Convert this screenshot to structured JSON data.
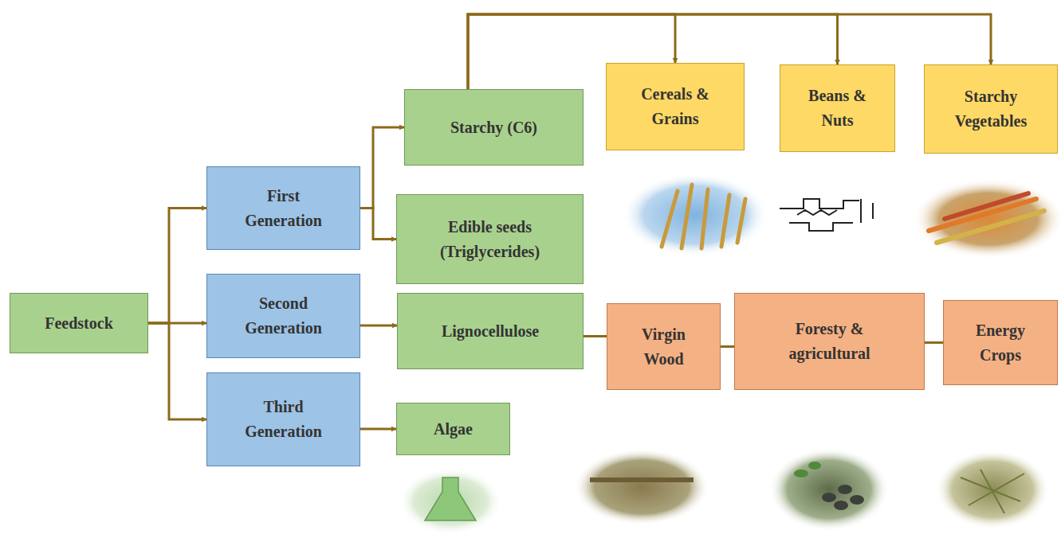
{
  "diagram": {
    "nodes": [
      {
        "text": [
          "Feedstock"
        ]
      },
      {
        "text": [
          "First Generation"
        ]
      },
      {
        "text": [
          "Second Generation"
        ]
      },
      {
        "text": [
          "Third Generation"
        ]
      },
      {
        "text": [
          "Starchy (C6)"
        ]
      },
      {
        "text": [
          "Edible seeds (Triglycerides)"
        ]
      },
      {
        "text": [
          "Lignocellulose"
        ]
      },
      {
        "text": [
          "Algae"
        ]
      },
      {
        "text": [
          "Cereals & Grains"
        ]
      },
      {
        "text": [
          "Beans & Nuts"
        ]
      },
      {
        "text": [
          "Starchy Vegetables"
        ]
      },
      {
        "text": [
          "Virgin Wood"
        ]
      },
      {
        "text": [
          "Foresty & agricultural"
        ]
      },
      {
        "text": [
          "Energy Crops"
        ]
      }
    ],
    "edges": [
      {
        "from": 0,
        "to": 1,
        "arrow": "to"
      },
      {
        "from": 0,
        "to": 2,
        "arrow": "to"
      },
      {
        "from": 0,
        "to": 3,
        "arrow": "to"
      },
      {
        "from": 1,
        "to": 4,
        "arrow": "to"
      },
      {
        "from": 1,
        "to": 5,
        "arrow": "to"
      },
      {
        "from": 2,
        "to": 6,
        "arrow": "to"
      },
      {
        "from": 3,
        "to": 7,
        "arrow": "to"
      },
      {
        "from": 4,
        "to": 8,
        "arrow": "to"
      },
      {
        "from": 4,
        "to": 9,
        "arrow": "to"
      },
      {
        "from": 4,
        "to": 10,
        "arrow": "to"
      },
      {
        "from": 6,
        "to": 11,
        "arrow": "none"
      },
      {
        "from": 11,
        "to": 12,
        "arrow": "none"
      },
      {
        "from": 12,
        "to": 13,
        "arrow": "none"
      }
    ]
  }
}
